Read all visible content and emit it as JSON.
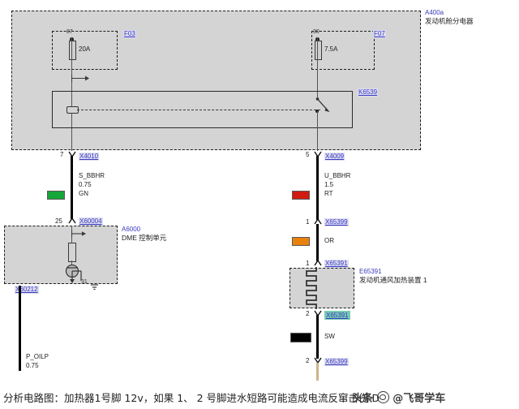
{
  "diagram": {
    "title_ref": "A400a",
    "title_cn": "发动机舱分电器",
    "fusebox": {
      "fuse_left": {
        "ref": "F03",
        "rating": "20A",
        "terminal": "87"
      },
      "fuse_right": {
        "ref": "F07",
        "rating": "7.5A",
        "terminal": "30"
      },
      "relay": {
        "ref": "K6539"
      }
    },
    "left_branch": {
      "pin_top": "7",
      "connector_top": "X4010",
      "wire_name": "S_BBHR",
      "wire_size": "0.75",
      "wire_color_code": "GN",
      "wire_color_hex": "#16a63a",
      "pin_bottom": "25",
      "connector_bottom": "X60004",
      "ecu": {
        "ref": "A6000",
        "name_cn": "DME 控制单元",
        "ground_terminal": "31"
      },
      "ground_connector": "X60212",
      "ground_wire_name": "P_OILP",
      "ground_wire_size": "0.75"
    },
    "right_branch": {
      "pin_top": "5",
      "connector_top": "X4009",
      "wire_name": "U_BBHR",
      "wire_size": "1.5",
      "wire_color_code": "RT",
      "wire_color_hex": "#d11a10",
      "pin_mid1": "1",
      "connector_mid1": "X65399",
      "wire_color_code2": "OR",
      "wire_color_hex2": "#e8820c",
      "pin_mid2": "1",
      "connector_mid2": "X65391",
      "heater": {
        "ref": "E65391",
        "name_cn": "发动机通风加热装置 1"
      },
      "pin_out": "2",
      "connector_out_highlight": "X65391",
      "wire_color_code3": "SW",
      "wire_color_hex3": "#000000",
      "pin_bottom": "2",
      "connector_bottom": "X65399"
    }
  },
  "caption": {
    "text": "分析电路图：加热器1号脚 12v，如果 1、 2 号脚进水短路可能造成电流反窜击伤 D",
    "watermark_prefix": "头条",
    "watermark_handle": "@飞哥学车"
  }
}
